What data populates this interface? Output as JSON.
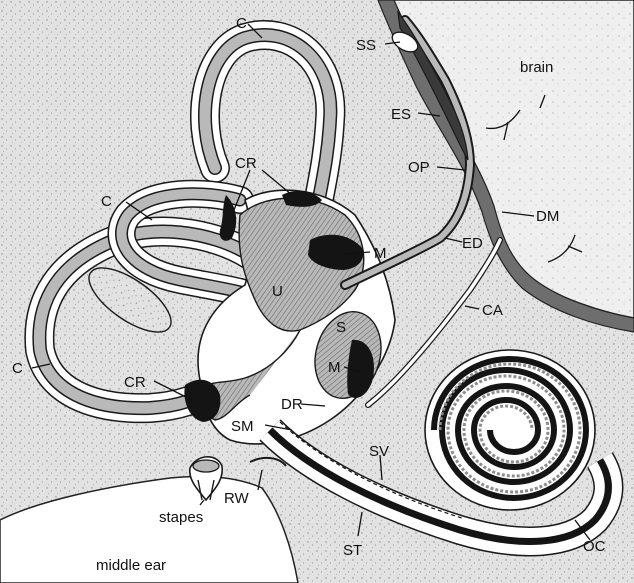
{
  "labels": {
    "c_top": "C",
    "c_left": "C",
    "c_bottom": "C",
    "ss": "SS",
    "brain": "brain",
    "es": "ES",
    "op": "OP",
    "dm": "DM",
    "cr_top": "CR",
    "m_utricle": "M",
    "ed": "ED",
    "u": "U",
    "ca": "CA",
    "s": "S",
    "m_saccule": "M",
    "cr_bottom": "CR",
    "dr": "DR",
    "sm": "SM",
    "sv": "SV",
    "rw": "RW",
    "stapes": "stapes",
    "st": "ST",
    "oc": "OC",
    "middle_ear": "middle ear"
  },
  "colors": {
    "bone": "#dcdcdc",
    "brain": "#ececec",
    "endolymph": "#9a9a9a",
    "dura": "#6e6e6e",
    "sensory": "#141414",
    "perilymph": "#ffffff"
  }
}
